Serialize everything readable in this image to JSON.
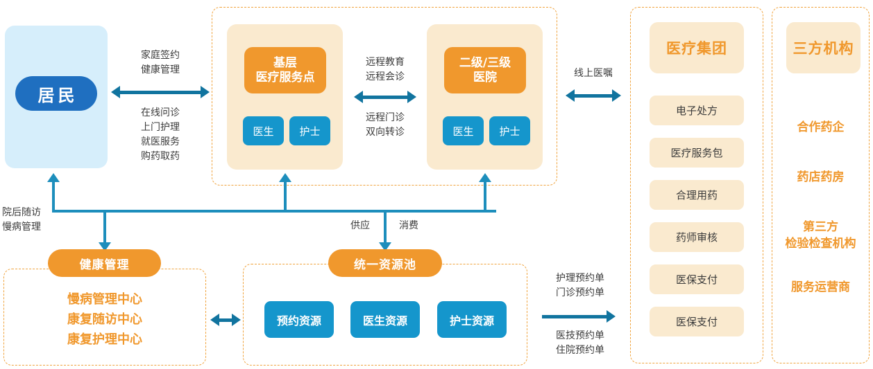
{
  "diagram": {
    "resident": {
      "panel_label": "居民",
      "to_clinic_top": "家庭签约\n健康管理",
      "to_clinic_bottom": "在线问诊\n上门护理\n就医服务\n购药取药"
    },
    "care_zone": {
      "base_clinic": {
        "title": "基层\n医疗服务点",
        "roles": [
          "医生",
          "护士"
        ]
      },
      "hospital": {
        "title": "二级/三级\n医院",
        "roles": [
          "医生",
          "护士"
        ]
      },
      "between_top": "远程教育\n远程会诊",
      "between_bottom": "远程门诊\n双向转诊"
    },
    "online_orders_label": "线上医嘱",
    "followup_label": "院后随访\n慢病管理",
    "supply_label": "供应",
    "consume_label": "消费",
    "health_management": {
      "pill": "健康管理",
      "items": [
        "慢病管理中心",
        "康复随访中心",
        "康复护理中心"
      ]
    },
    "resource_pool": {
      "pill": "统一资源池",
      "items": [
        "预约资源",
        "医生资源",
        "护士资源"
      ]
    },
    "pool_to_group": {
      "above": "护理预约单\n门诊预约单",
      "below": "医技预约单\n住院预约单"
    },
    "medical_group": {
      "title": "医疗集团",
      "items": [
        "电子处方",
        "医疗服务包",
        "合理用药",
        "药师审核",
        "医保支付",
        "医保支付"
      ]
    },
    "third_party": {
      "title": "三方机构",
      "items": [
        "合作药企",
        "药店药房",
        "第三方\n检验检查机构",
        "服务运营商"
      ]
    },
    "colors": {
      "accent_orange": "#f0982d",
      "beige": "#faeacf",
      "light_blue_panel": "#d6eefb",
      "pill_blue": "#1f6fc0",
      "chip_blue": "#1596cc",
      "arrow_blue": "#11749f",
      "connector_blue": "#1d8ebc",
      "dashed_border": "#f0a33c",
      "text_dark": "#3b3b3b"
    }
  }
}
